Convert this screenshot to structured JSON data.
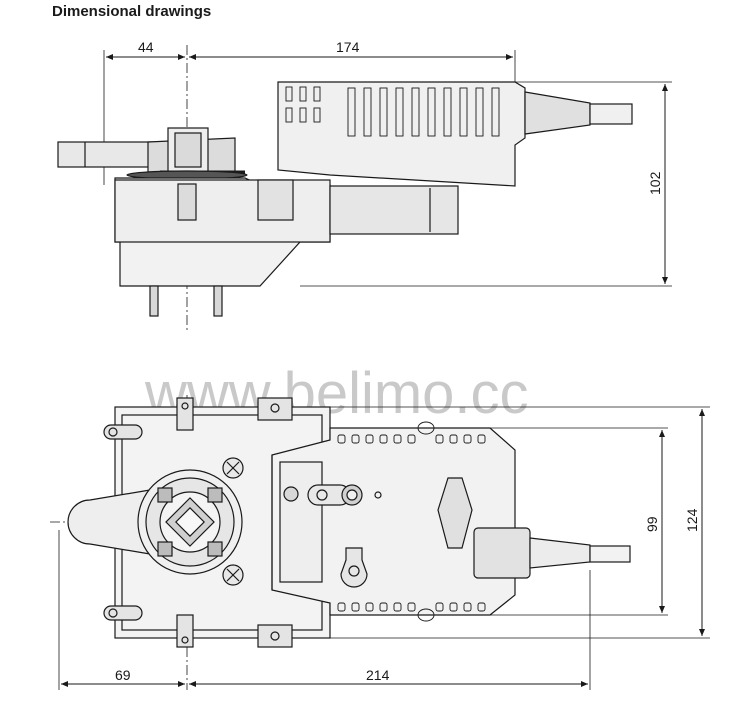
{
  "header": {
    "title": "Dimensional drawings"
  },
  "watermark": {
    "text": "www.belimo.cc"
  },
  "side_view": {
    "dims": {
      "d44": "44",
      "d174": "174",
      "d102": "102"
    }
  },
  "top_view": {
    "dims": {
      "d69": "69",
      "d214": "214",
      "d99": "99",
      "d124": "124"
    }
  },
  "colors": {
    "line": "#1a1a1a",
    "fill_light": "#eeeeee",
    "fill_mid": "#d6d6d6",
    "watermark": "#c9c9c9"
  }
}
